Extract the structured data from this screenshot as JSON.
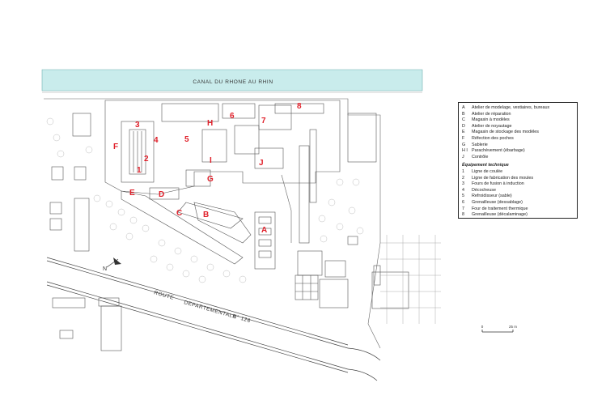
{
  "canal": {
    "label": "CANAL DU RHONE AU RHIN",
    "color": "#c9ecec"
  },
  "road": {
    "route_label": "ROUTE",
    "departementale_label": "DEPARTEMENTALE",
    "number_label": "N° 126"
  },
  "north_label": "N",
  "scale": {
    "start": "0",
    "end": "25 m"
  },
  "zone_labels": [
    {
      "id": "A",
      "text": "A"
    },
    {
      "id": "B",
      "text": "B"
    },
    {
      "id": "C",
      "text": "C"
    },
    {
      "id": "D",
      "text": "D"
    },
    {
      "id": "E",
      "text": "E"
    },
    {
      "id": "F",
      "text": "F"
    },
    {
      "id": "G",
      "text": "G"
    },
    {
      "id": "H",
      "text": "H"
    },
    {
      "id": "I",
      "text": "I"
    },
    {
      "id": "J",
      "text": "J"
    },
    {
      "id": "1",
      "text": "1"
    },
    {
      "id": "2",
      "text": "2"
    },
    {
      "id": "3",
      "text": "3"
    },
    {
      "id": "4",
      "text": "4"
    },
    {
      "id": "5",
      "text": "5"
    },
    {
      "id": "6",
      "text": "6"
    },
    {
      "id": "7",
      "text": "7"
    },
    {
      "id": "8",
      "text": "8"
    }
  ],
  "legend": {
    "buildings": [
      {
        "key": "A",
        "text": "Atelier de modelage, vestiaires, bureaux"
      },
      {
        "key": "B",
        "text": "Atelier de réparation"
      },
      {
        "key": "C",
        "text": "Magasin à modèles"
      },
      {
        "key": "D",
        "text": "Atelier de noyautage"
      },
      {
        "key": "E",
        "text": "Magasin de stockage des modèles"
      },
      {
        "key": "F",
        "text": "Réfection des poches"
      },
      {
        "key": "G",
        "text": "Sablerie"
      },
      {
        "key": "H I",
        "text": "Parachèvement (ébarbage)"
      },
      {
        "key": "J",
        "text": "Contrôle"
      }
    ],
    "equipment_title": "Équipement technique",
    "equipment": [
      {
        "key": "1",
        "text": "Ligne de coulée"
      },
      {
        "key": "2",
        "text": "Ligne de fabrication des moules"
      },
      {
        "key": "3",
        "text": "Fours de fusion à induction"
      },
      {
        "key": "4",
        "text": "Décocheuse"
      },
      {
        "key": "5",
        "text": "Refroidisseur (sable)"
      },
      {
        "key": "6",
        "text": "Grenailleuse (dessablage)"
      },
      {
        "key": "7",
        "text": "Four de traitement thermique"
      },
      {
        "key": "8",
        "text": "Grenailleuse (décalaminage)"
      }
    ]
  },
  "colors": {
    "label_red": "#e0202a",
    "line": "#555555",
    "tree": "#bdbdbd"
  }
}
